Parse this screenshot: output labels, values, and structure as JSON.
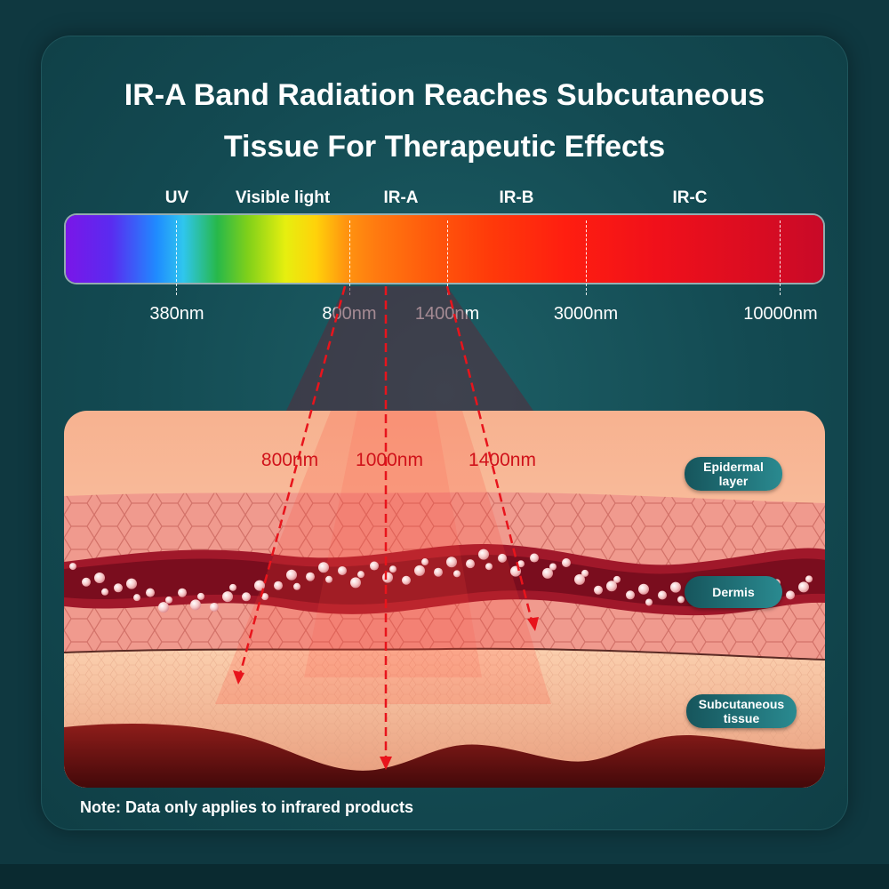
{
  "title": {
    "line1": "IR-A Band Radiation Reaches Subcutaneous",
    "line2": "Tissue For Therapeutic Effects"
  },
  "spectrum": {
    "bands": [
      "UV",
      "Visible light",
      "IR-A",
      "IR-B",
      "IR-C"
    ],
    "wavelengths": [
      "380nm",
      "800nm",
      "1400nm",
      "3000nm",
      "10000nm"
    ]
  },
  "beams": [
    "800nm",
    "1000nm",
    "1400nm"
  ],
  "layers": {
    "epidermal": [
      "Epidermal",
      "layer"
    ],
    "dermis": "Dermis",
    "subcutaneous": [
      "Subcutaneous",
      "tissue"
    ]
  },
  "note": "Note: Data only applies to infrared products",
  "colors": {
    "background": "#0f3840",
    "card": "#134a52",
    "beam_arrow": "#e8141c",
    "beam_label": "#d0121a",
    "pill": "#1f6e75"
  }
}
